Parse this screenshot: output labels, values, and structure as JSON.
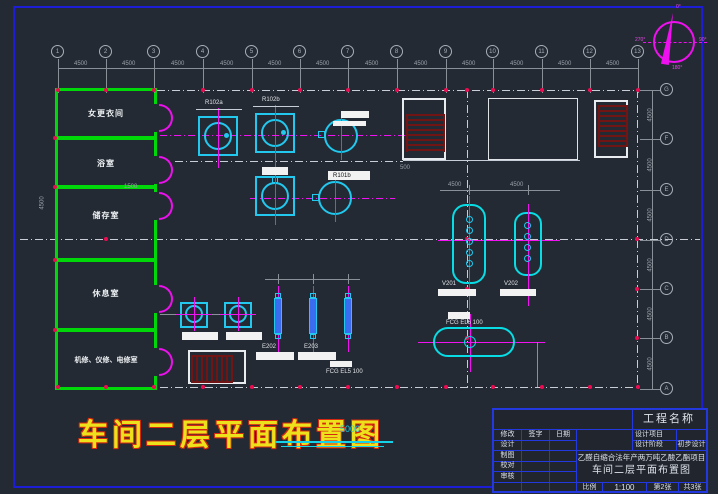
{
  "drawing_title": {
    "text": "车间二层平面布置图",
    "scale_note": "5000"
  },
  "grid": {
    "cols": [
      "1",
      "2",
      "3",
      "4",
      "5",
      "6",
      "7",
      "8",
      "9",
      "10",
      "11",
      "12",
      "13"
    ],
    "rows": [
      "G",
      "F",
      "E",
      "D",
      "C",
      "B",
      "A"
    ],
    "bay_dim": "4500",
    "side_dim": "4500"
  },
  "compass": {
    "n": "0°",
    "e": "90°",
    "s": "180°",
    "w": "270°"
  },
  "rooms": [
    {
      "label": "女更衣间"
    },
    {
      "label": "浴室"
    },
    {
      "label": "储存室"
    },
    {
      "label": "休息室"
    },
    {
      "label": "机修、仪修、电修室"
    }
  ],
  "equipment": {
    "r102a": "R102a",
    "r102b": "R102b",
    "r101b": "R101b",
    "v201": "V201",
    "v202": "V202",
    "e202": "E202",
    "e203": "E203",
    "fcg_el5": "FCG EL5 100",
    "fcg_el6": "FCG EL6 100"
  },
  "misc_dims": {
    "a": "4500",
    "b": "1500",
    "c": "500"
  },
  "title_block": {
    "project_name_header": "工程名称",
    "col_mark": "修改",
    "col_sign": "签字",
    "col_date": "日期",
    "row_design": "设计",
    "row_draft": "制图",
    "row_check": "校对",
    "row_review": "审核",
    "design_project_label": "设计项目",
    "design_phase_label": "设计阶段",
    "design_phase_value": "初步设计",
    "project_line1": "乙醛自缩合法年产两万吨乙酸乙酯项目",
    "project_line2": "车间二层平面布置图",
    "scale_label": "比例",
    "scale_value": "1:100",
    "sheet_no": "第2张",
    "sheet_total": "共3张"
  }
}
